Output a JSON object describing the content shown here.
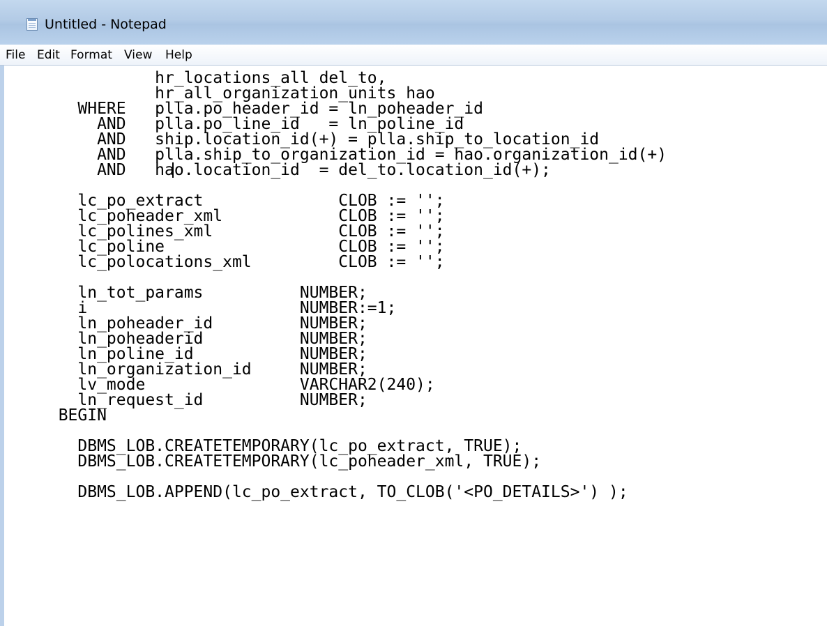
{
  "window": {
    "title": "Untitled - Notepad",
    "icon": "notepad-icon"
  },
  "menu": {
    "file": "File",
    "edit": "Edit",
    "format": "Format",
    "view": "View",
    "help": "Help"
  },
  "editor": {
    "lines": [
      "            hr_locations_all del_to,",
      "            hr_all_organization_units hao",
      "    WHERE   plla.po_header_id = ln_poheader_id",
      "      AND   plla.po_line_id   = ln_poline_id",
      "      AND   ship.location_id(+) = plla.ship_to_location_id",
      "      AND   plla.ship_to_organization_id = hao.organization_id(+)",
      "      AND   hao.location_id  = del_to.location_id(+);",
      "",
      "    lc_po_extract              CLOB := '';",
      "    lc_poheader_xml            CLOB := '';",
      "    lc_polines_xml             CLOB := '';",
      "    lc_poline                  CLOB := '';",
      "    lc_polocations_xml         CLOB := '';",
      "",
      "    ln_tot_params          NUMBER;",
      "    i                      NUMBER:=1;",
      "    ln_poheader_id         NUMBER;",
      "    ln_poheaderid          NUMBER;",
      "    ln_poline_id           NUMBER;",
      "    ln_organization_id     NUMBER;",
      "    lv_mode                VARCHAR2(240);",
      "    ln_request_id          NUMBER;",
      "  BEGIN",
      "",
      "    DBMS_LOB.CREATETEMPORARY(lc_po_extract, TRUE);",
      "    DBMS_LOB.CREATETEMPORARY(lc_poheader_xml, TRUE);",
      "",
      "    DBMS_LOB.APPEND(lc_po_extract, TO_CLOB('<PO_DETAILS>') );"
    ]
  }
}
